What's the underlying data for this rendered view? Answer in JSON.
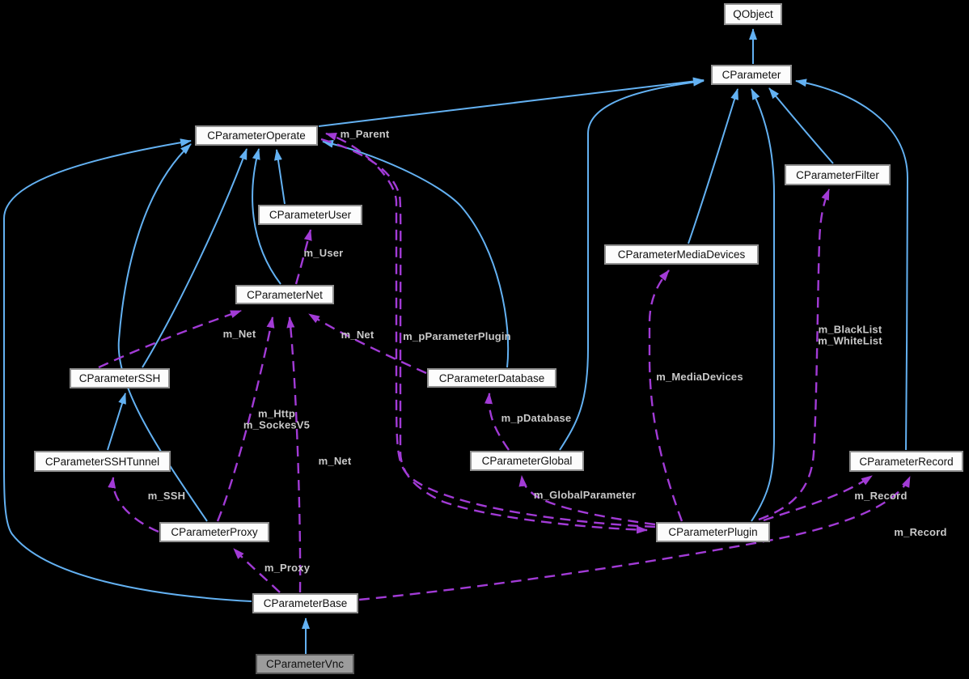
{
  "diagram_type": "class-collaboration-diagram",
  "colors": {
    "background": "#000000",
    "node_fill": "#fcfcfc",
    "node_border": "#909090",
    "node_text": "#111111",
    "current_fill": "#9c9c9c",
    "current_border": "#585858",
    "inherit_edge": "#63b1f2",
    "usage_edge": "#a23bd6",
    "label_text": "#c9c9c9"
  },
  "nodes": [
    {
      "id": "qobject",
      "label": "QObject"
    },
    {
      "id": "cparameter",
      "label": "CParameter"
    },
    {
      "id": "cparameteroperate",
      "label": "CParameterOperate"
    },
    {
      "id": "cparameterfilter",
      "label": "CParameterFilter"
    },
    {
      "id": "cparameteruser",
      "label": "CParameterUser"
    },
    {
      "id": "cparametermediadevices",
      "label": "CParameterMediaDevices"
    },
    {
      "id": "cparameternet",
      "label": "CParameterNet"
    },
    {
      "id": "cparameterssh",
      "label": "CParameterSSH"
    },
    {
      "id": "cparameterdatabase",
      "label": "CParameterDatabase"
    },
    {
      "id": "cparametersshtunnel",
      "label": "CParameterSSHTunnel"
    },
    {
      "id": "cparameterglobal",
      "label": "CParameterGlobal"
    },
    {
      "id": "cparameterrecord",
      "label": "CParameterRecord"
    },
    {
      "id": "cparameterproxy",
      "label": "CParameterProxy"
    },
    {
      "id": "cparameterplugin",
      "label": "CParameterPlugin"
    },
    {
      "id": "cparameterbase",
      "label": "CParameterBase"
    },
    {
      "id": "cparametervnc",
      "label": "CParameterVnc"
    }
  ],
  "edge_labels": [
    {
      "id": "m_parent",
      "text": "m_Parent"
    },
    {
      "id": "m_user",
      "text": "m_User"
    },
    {
      "id": "m_net_left",
      "text": "m_Net"
    },
    {
      "id": "m_net_right",
      "text": "m_Net"
    },
    {
      "id": "m_pparameterplugin",
      "text": "m_pParameterPlugin"
    },
    {
      "id": "m_blacklist_whitelist",
      "text": "m_BlackList\nm_WhiteList"
    },
    {
      "id": "m_mediadevices",
      "text": "m_MediaDevices"
    },
    {
      "id": "m_pdatabase",
      "text": "m_pDatabase"
    },
    {
      "id": "m_http_sockesv5",
      "text": "m_Http\nm_SockesV5"
    },
    {
      "id": "m_net_bottom",
      "text": "m_Net"
    },
    {
      "id": "m_ssh",
      "text": "m_SSH"
    },
    {
      "id": "m_globalparameter",
      "text": "m_GlobalParameter"
    },
    {
      "id": "m_record_upper",
      "text": "m_Record"
    },
    {
      "id": "m_record_lower",
      "text": "m_Record"
    },
    {
      "id": "m_proxy",
      "text": "m_Proxy"
    }
  ],
  "edges": [
    {
      "from": "CParameter",
      "to": "QObject",
      "type": "inheritance"
    },
    {
      "from": "CParameterOperate",
      "to": "CParameter",
      "type": "inheritance"
    },
    {
      "from": "CParameterGlobal",
      "to": "CParameter",
      "type": "inheritance"
    },
    {
      "from": "CParameterMediaDevices",
      "to": "CParameter",
      "type": "inheritance"
    },
    {
      "from": "CParameterPlugin",
      "to": "CParameter",
      "type": "inheritance"
    },
    {
      "from": "CParameterFilter",
      "to": "CParameter",
      "type": "inheritance"
    },
    {
      "from": "CParameterRecord",
      "to": "CParameter",
      "type": "inheritance"
    },
    {
      "from": "CParameterUser",
      "to": "CParameterOperate",
      "type": "inheritance"
    },
    {
      "from": "CParameterNet",
      "to": "CParameterOperate",
      "type": "inheritance"
    },
    {
      "from": "CParameterSSH",
      "to": "CParameterOperate",
      "type": "inheritance"
    },
    {
      "from": "CParameterProxy",
      "to": "CParameterOperate",
      "type": "inheritance"
    },
    {
      "from": "CParameterBase",
      "to": "CParameterOperate",
      "type": "inheritance"
    },
    {
      "from": "CParameterDatabase",
      "to": "CParameterOperate",
      "type": "inheritance"
    },
    {
      "from": "CParameterSSHTunnel",
      "to": "CParameterSSH",
      "type": "inheritance"
    },
    {
      "from": "CParameterVnc",
      "to": "CParameterBase",
      "type": "inheritance"
    },
    {
      "from": "CParameterPlugin",
      "to": "CParameterOperate",
      "type": "usage",
      "label": "m_Parent"
    },
    {
      "from": "CParameterOperate",
      "to": "CParameterPlugin",
      "type": "usage",
      "label": "m_pParameterPlugin"
    },
    {
      "from": "CParameterNet",
      "to": "CParameterUser",
      "type": "usage",
      "label": "m_User"
    },
    {
      "from": "CParameterSSH",
      "to": "CParameterNet",
      "type": "usage",
      "label": "m_Net"
    },
    {
      "from": "CParameterProxy",
      "to": "CParameterNet",
      "type": "usage",
      "label": "m_Http\nm_SockesV5"
    },
    {
      "from": "CParameterBase",
      "to": "CParameterNet",
      "type": "usage",
      "label": "m_Net"
    },
    {
      "from": "CParameterDatabase",
      "to": "CParameterNet",
      "type": "usage",
      "label": "m_Net"
    },
    {
      "from": "CParameterGlobal",
      "to": "CParameterDatabase",
      "type": "usage",
      "label": "m_pDatabase"
    },
    {
      "from": "CParameterPlugin",
      "to": "CParameterGlobal",
      "type": "usage",
      "label": "m_GlobalParameter"
    },
    {
      "from": "CParameterPlugin",
      "to": "CParameterMediaDevices",
      "type": "usage",
      "label": "m_MediaDevices"
    },
    {
      "from": "CParameterPlugin",
      "to": "CParameterFilter",
      "type": "usage",
      "label": "m_BlackList\nm_WhiteList"
    },
    {
      "from": "CParameterPlugin",
      "to": "CParameterRecord",
      "type": "usage",
      "label": "m_Record"
    },
    {
      "from": "CParameterBase",
      "to": "CParameterRecord",
      "type": "usage",
      "label": "m_Record"
    },
    {
      "from": "CParameterBase",
      "to": "CParameterProxy",
      "type": "usage",
      "label": "m_Proxy"
    },
    {
      "from": "CParameterProxy",
      "to": "CParameterSSHTunnel",
      "type": "usage",
      "label": "m_SSH"
    }
  ]
}
